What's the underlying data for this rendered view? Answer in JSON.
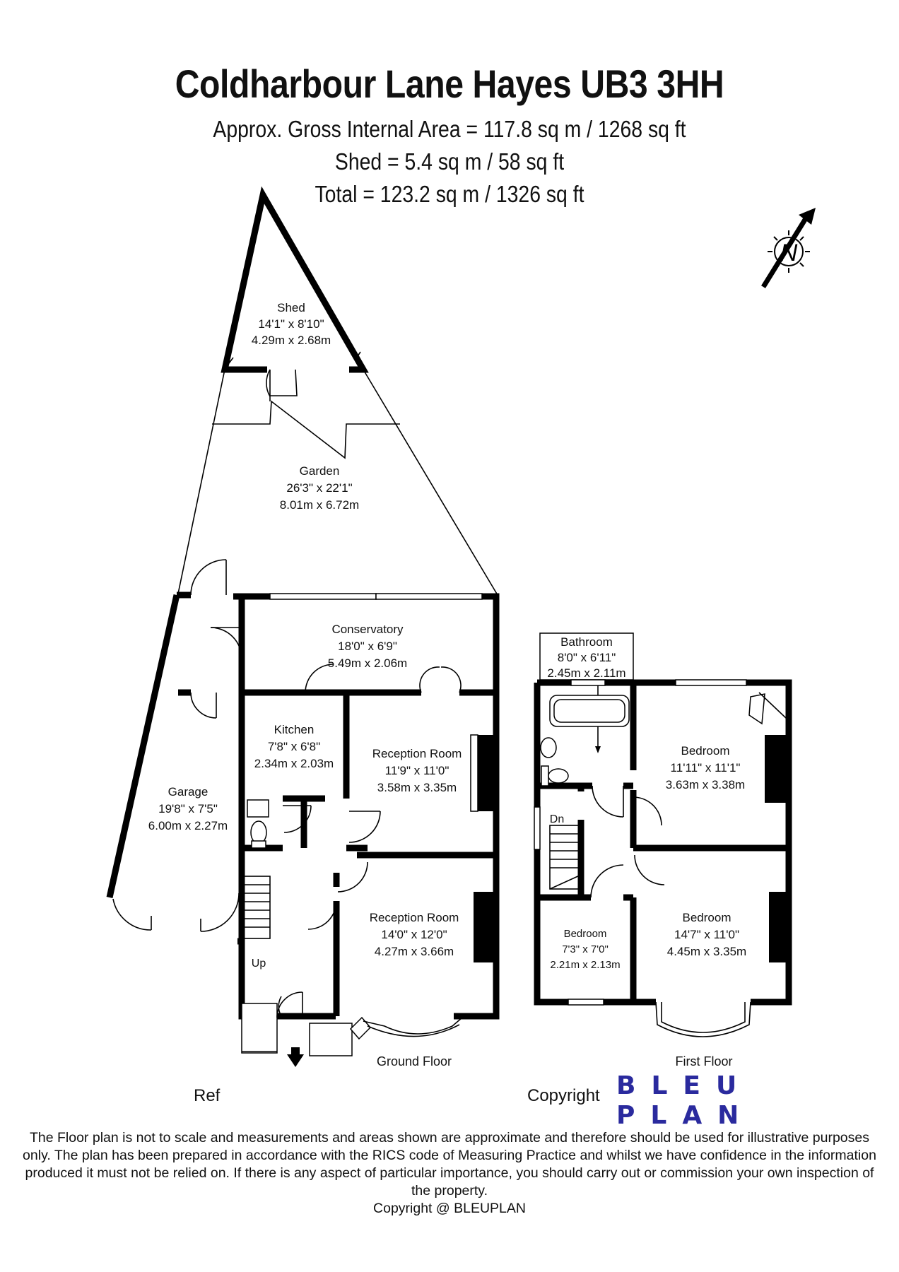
{
  "header": {
    "title": "Coldharbour Lane Hayes UB3 3HH",
    "area_line": "Approx. Gross Internal Area = 117.8 sq m / 1268 sq ft",
    "shed_line": "Shed = 5.4 sq m / 58 sq ft",
    "total_line": "Total = 123.2 sq m / 1326 sq ft"
  },
  "compass": {
    "letter": "N",
    "icon": "north-arrow-icon"
  },
  "rooms": {
    "shed": {
      "name": "Shed",
      "imperial": "14'1\" x 8'10\"",
      "metric": "4.29m x 2.68m"
    },
    "garden": {
      "name": "Garden",
      "imperial": "26'3\" x 22'1\"",
      "metric": "8.01m x 6.72m"
    },
    "conservatory": {
      "name": "Conservatory",
      "imperial": "18'0\" x 6'9\"",
      "metric": "5.49m x 2.06m"
    },
    "kitchen": {
      "name": "Kitchen",
      "imperial": "7'8\" x 6'8\"",
      "metric": "2.34m x 2.03m"
    },
    "reception_rear": {
      "name": "Reception Room",
      "imperial": "11'9\" x 11'0\"",
      "metric": "3.58m x 3.35m"
    },
    "garage": {
      "name": "Garage",
      "imperial": "19'8\" x 7'5\"",
      "metric": "6.00m x 2.27m"
    },
    "reception_front": {
      "name": "Reception Room",
      "imperial": "14'0\" x 12'0\"",
      "metric": "4.27m x 3.66m"
    },
    "bathroom": {
      "name": "Bathroom",
      "imperial": "8'0\" x 6'11\"",
      "metric": "2.45m x 2.11m"
    },
    "bedroom_rear": {
      "name": "Bedroom",
      "imperial": "11'11\" x 11'1\"",
      "metric": "3.63m x 3.38m"
    },
    "bedroom_small": {
      "name": "Bedroom",
      "imperial": "7'3\" x 7'0\"",
      "metric": "2.21m x 2.13m"
    },
    "bedroom_front": {
      "name": "Bedroom",
      "imperial": "14'7\" x 11'0\"",
      "metric": "4.45m x 3.35m"
    }
  },
  "stairs": {
    "up": "Up",
    "down": "Dn"
  },
  "floors": {
    "ground": "Ground Floor",
    "first": "First Floor"
  },
  "footer": {
    "ref": "Ref",
    "copyright_label": "Copyright",
    "brand_line1": "BLEU",
    "brand_line2": "PLAN",
    "disclaimer": "The Floor plan is not to scale and measurements and areas shown are approximate and therefore should be used for illustrative purposes only. The plan has been prepared in accordance with the RICS code of Measuring Practice and whilst we have confidence in the information produced it must not be relied on. If there is any aspect of particular importance, you should carry out or commission your own inspection of the property.",
    "copyright_line": "Copyright @ BLEUPLAN"
  },
  "colors": {
    "brand": "#2a2a9e",
    "walls": "#000000"
  }
}
